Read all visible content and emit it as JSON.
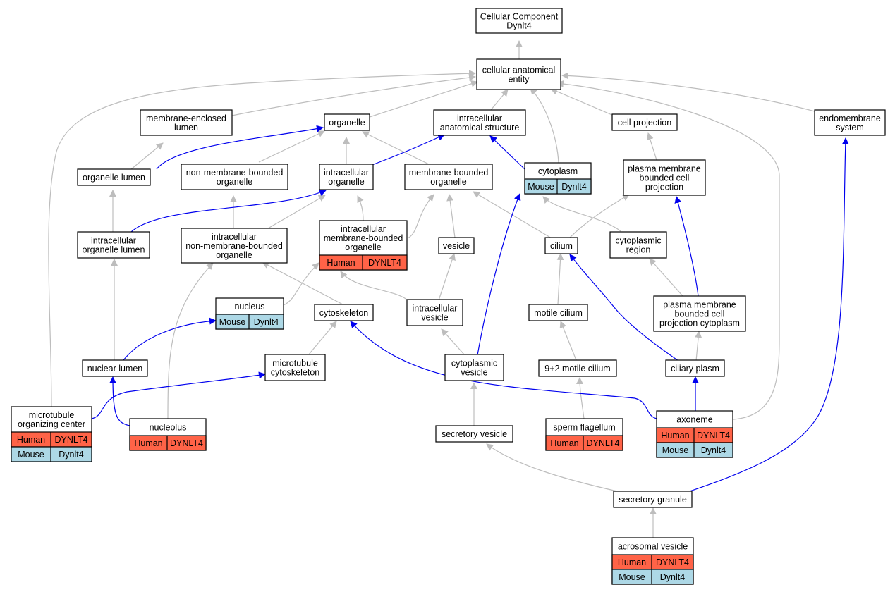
{
  "colors": {
    "grey_edge": "#bdbdbd",
    "blue_edge": "#0000ee",
    "human_fill": "#ff6347",
    "mouse_fill": "#add8e6",
    "node_border": "#000000",
    "node_fill": "#ffffff"
  },
  "nodes": {
    "root": {
      "lines": [
        "Cellular Component",
        "Dynlt4"
      ]
    },
    "cae": {
      "lines": [
        "cellular anatomical",
        "entity"
      ]
    },
    "mel": {
      "lines": [
        "membrane-enclosed",
        "lumen"
      ]
    },
    "organelle": {
      "lines": [
        "organelle"
      ]
    },
    "ias": {
      "lines": [
        "intracellular",
        "anatomical structure"
      ]
    },
    "cellproj": {
      "lines": [
        "cell projection"
      ]
    },
    "endo": {
      "lines": [
        "endomembrane",
        "system"
      ]
    },
    "orglumen": {
      "lines": [
        "organelle lumen"
      ]
    },
    "nmbo": {
      "lines": [
        "non-membrane-bounded",
        "organelle"
      ]
    },
    "intorg": {
      "lines": [
        "intracellular",
        "organelle"
      ]
    },
    "mbo": {
      "lines": [
        "membrane-bounded",
        "organelle"
      ]
    },
    "cytoplasm": {
      "lines": [
        "cytoplasm"
      ],
      "rows": [
        [
          "Mouse",
          "Dynlt4"
        ]
      ]
    },
    "pmbcp": {
      "lines": [
        "plasma membrane",
        "bounded cell",
        "projection"
      ]
    },
    "iol": {
      "lines": [
        "intracellular",
        "organelle lumen"
      ]
    },
    "inmbo": {
      "lines": [
        "intracellular",
        "non-membrane-bounded",
        "organelle"
      ]
    },
    "imbo": {
      "lines": [
        "intracellular",
        "membrane-bounded",
        "organelle"
      ],
      "rows": [
        [
          "Human",
          "DYNLT4"
        ]
      ]
    },
    "vesicle": {
      "lines": [
        "vesicle"
      ]
    },
    "cilium": {
      "lines": [
        "cilium"
      ]
    },
    "cregion": {
      "lines": [
        "cytoplasmic",
        "region"
      ]
    },
    "nucleus": {
      "lines": [
        "nucleus"
      ],
      "rows": [
        [
          "Mouse",
          "Dynlt4"
        ]
      ]
    },
    "cytoskeleton": {
      "lines": [
        "cytoskeleton"
      ]
    },
    "ivesicle": {
      "lines": [
        "intracellular",
        "vesicle"
      ]
    },
    "motile": {
      "lines": [
        "motile cilium"
      ]
    },
    "pmbcpc": {
      "lines": [
        "plasma membrane",
        "bounded cell",
        "projection cytoplasm"
      ]
    },
    "nlumen": {
      "lines": [
        "nuclear lumen"
      ]
    },
    "mtcyto": {
      "lines": [
        "microtubule",
        "cytoskeleton"
      ]
    },
    "cvesicle": {
      "lines": [
        "cytoplasmic",
        "vesicle"
      ]
    },
    "ninetwo": {
      "lines": [
        "9+2 motile cilium"
      ]
    },
    "ciliary": {
      "lines": [
        "ciliary plasm"
      ]
    },
    "mtoc": {
      "lines": [
        "microtubule",
        "organizing center"
      ],
      "rows": [
        [
          "Human",
          "DYNLT4"
        ],
        [
          "Mouse",
          "Dynlt4"
        ]
      ]
    },
    "nucleolus": {
      "lines": [
        "nucleolus"
      ],
      "rows": [
        [
          "Human",
          "DYNLT4"
        ]
      ]
    },
    "svesicle": {
      "lines": [
        "secretory vesicle"
      ]
    },
    "sperm": {
      "lines": [
        "sperm flagellum"
      ],
      "rows": [
        [
          "Human",
          "DYNLT4"
        ]
      ]
    },
    "axoneme": {
      "lines": [
        "axoneme"
      ],
      "rows": [
        [
          "Human",
          "DYNLT4"
        ],
        [
          "Mouse",
          "Dynlt4"
        ]
      ]
    },
    "sgranule": {
      "lines": [
        "secretory granule"
      ]
    },
    "acrosomal": {
      "lines": [
        "acrosomal vesicle"
      ],
      "rows": [
        [
          "Human",
          "DYNLT4"
        ],
        [
          "Mouse",
          "Dynlt4"
        ]
      ]
    }
  }
}
